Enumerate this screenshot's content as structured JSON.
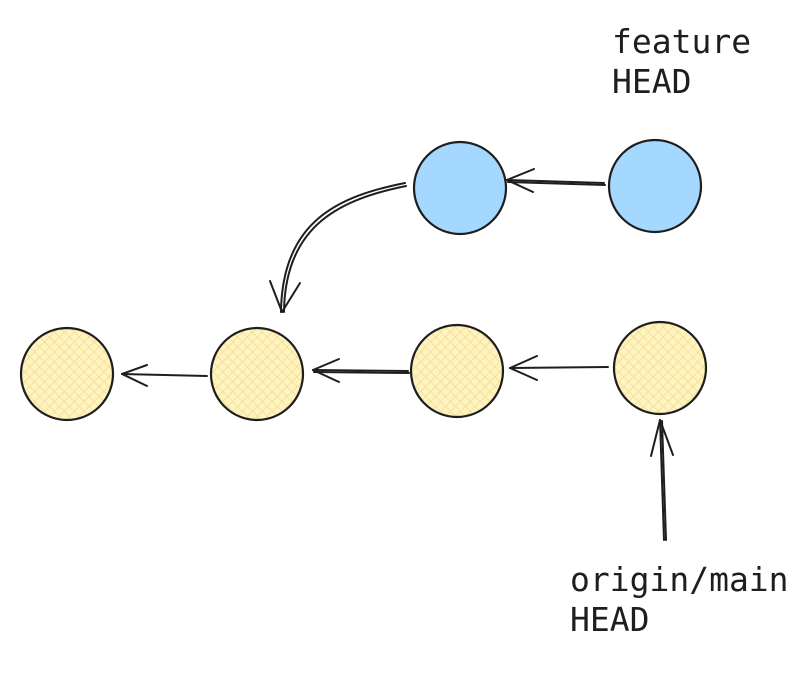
{
  "diagram": {
    "colors": {
      "stroke": "#1e1e1e",
      "feature_fill": "#a5d8ff",
      "main_fill": "#fff3bf",
      "main_hatch": "#f0d98a",
      "background": "#ffffff"
    },
    "labels": {
      "feature": {
        "line1": "feature",
        "line2": "HEAD"
      },
      "origin_main": {
        "line1": "origin/main",
        "line2": "HEAD"
      }
    },
    "commits": [
      {
        "id": "main-1",
        "branch": "main",
        "fill": "hatch"
      },
      {
        "id": "main-2",
        "branch": "main",
        "fill": "hatch"
      },
      {
        "id": "main-3",
        "branch": "main",
        "fill": "hatch"
      },
      {
        "id": "main-4",
        "branch": "main",
        "fill": "hatch"
      },
      {
        "id": "feature-1",
        "branch": "feature",
        "fill": "solid"
      },
      {
        "id": "feature-2",
        "branch": "feature",
        "fill": "solid"
      }
    ],
    "edges": [
      {
        "from": "main-2",
        "to": "main-1"
      },
      {
        "from": "main-3",
        "to": "main-2"
      },
      {
        "from": "main-4",
        "to": "main-3"
      },
      {
        "from": "feature-2",
        "to": "feature-1"
      },
      {
        "from": "feature-1",
        "to": "main-2"
      },
      {
        "from": "origin-main-label",
        "to": "main-4"
      }
    ]
  }
}
